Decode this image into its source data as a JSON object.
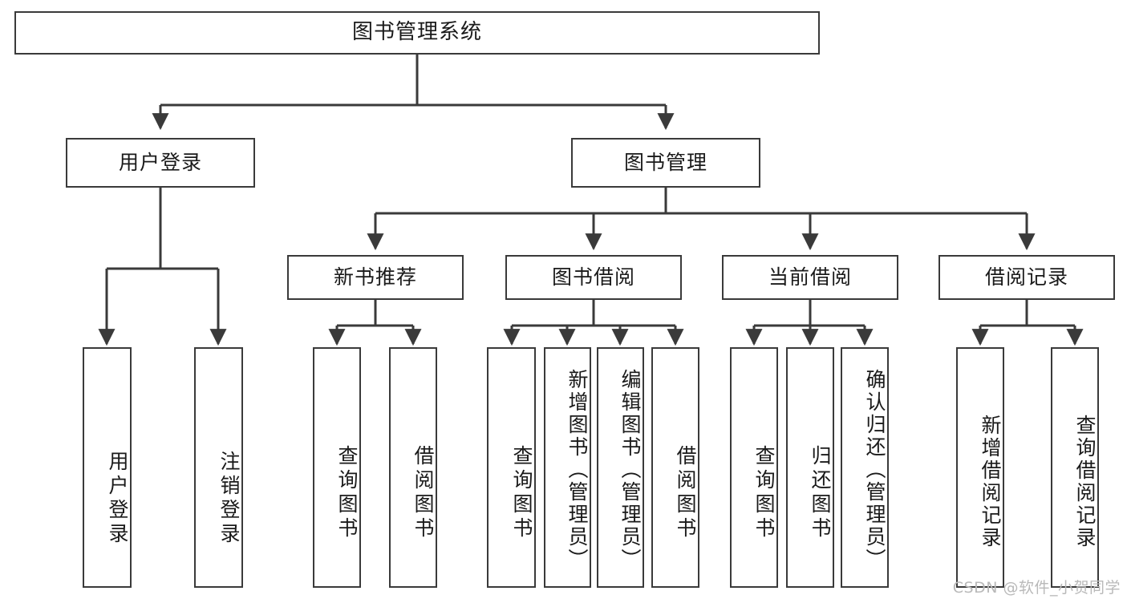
{
  "diagram": {
    "title": "图书管理系统",
    "watermark": "CSDN @软件_小贺同学",
    "edge_color": "#3a3a3a",
    "box_border_color": "#3a3a3a",
    "box_fill_color": "#ffffff",
    "text_color": "#1a1a1a",
    "watermark_color": "#b9b9b9"
  },
  "nodes": {
    "root": {
      "label": "图书管理系统"
    },
    "level2": [
      {
        "label": "用户登录"
      },
      {
        "label": "图书管理"
      }
    ],
    "level3": [
      {
        "label": "新书推荐"
      },
      {
        "label": "图书借阅"
      },
      {
        "label": "当前借阅"
      },
      {
        "label": "借阅记录"
      }
    ],
    "leaves": {
      "user_login": [
        {
          "label": "用户登录"
        },
        {
          "label": "注销登录"
        }
      ],
      "new_book_recommend": [
        {
          "label": "查询图书"
        },
        {
          "label": "借阅图书"
        }
      ],
      "book_borrow": [
        {
          "label": "查询图书"
        },
        {
          "label": "新增图书（管理员）"
        },
        {
          "label": "编辑图书（管理员）"
        },
        {
          "label": "借阅图书"
        }
      ],
      "current_borrow": [
        {
          "label": "查询图书"
        },
        {
          "label": "归还图书"
        },
        {
          "label": "确认归还（管理员）"
        }
      ],
      "borrow_record": [
        {
          "label": "新增借阅记录"
        },
        {
          "label": "查询借阅记录"
        }
      ]
    }
  }
}
